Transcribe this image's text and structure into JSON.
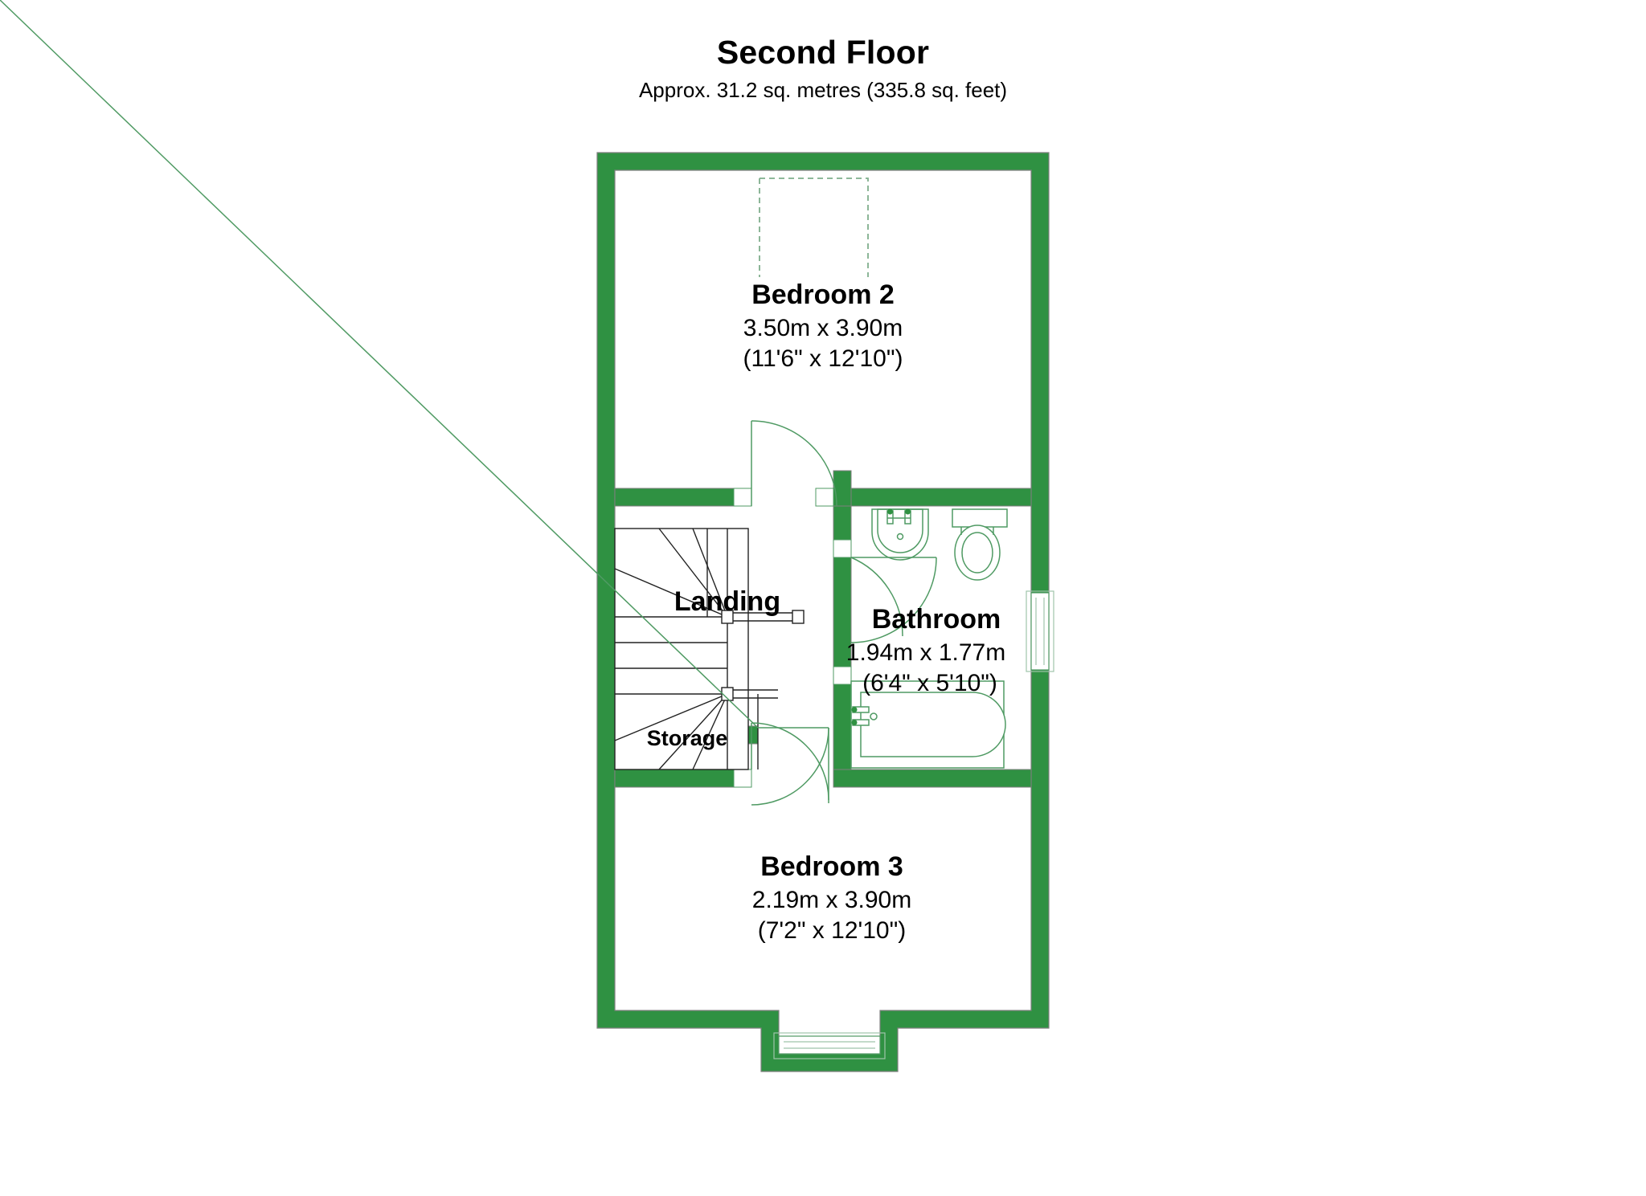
{
  "header": {
    "title": "Second Floor",
    "subtitle": "Approx. 31.2 sq. metres (335.8 sq. feet)"
  },
  "colors": {
    "wall": "#2f9142",
    "wall_outline": "#7f7f7f",
    "fixture_line": "#4f9a63",
    "stair_line": "#222222",
    "text": "#000000",
    "background": "#ffffff",
    "hatch_dash": "#7fae8c"
  },
  "rooms": [
    {
      "key": "bedroom2",
      "name": "Bedroom 2",
      "dim_metric": "3.50m x 3.90m",
      "dim_imperial": "(11'6\" x 12'10\")"
    },
    {
      "key": "landing",
      "name": "Landing",
      "dim_metric": "",
      "dim_imperial": ""
    },
    {
      "key": "storage",
      "name": "Storage",
      "dim_metric": "",
      "dim_imperial": ""
    },
    {
      "key": "bathroom",
      "name": "Bathroom",
      "dim_metric": "1.94m x 1.77m",
      "dim_imperial": "(6'4\" x 5'10\")"
    },
    {
      "key": "bedroom3",
      "name": "Bedroom 3",
      "dim_metric": "2.19m x 3.90m",
      "dim_imperial": "(7'2\" x 12'10\")"
    }
  ],
  "fixtures": [
    {
      "key": "sink",
      "label": "wash-basin"
    },
    {
      "key": "toilet",
      "label": "toilet"
    },
    {
      "key": "bath",
      "label": "bathtub"
    },
    {
      "key": "staircase",
      "label": "staircase"
    }
  ],
  "openings": [
    {
      "key": "door-bedroom2",
      "label": "bedroom-2-door"
    },
    {
      "key": "door-bathroom",
      "label": "bathroom-door"
    },
    {
      "key": "door-storage",
      "label": "storage-door"
    },
    {
      "key": "door-bedroom3",
      "label": "bedroom-3-door"
    },
    {
      "key": "window-bathroom",
      "label": "bathroom-window"
    },
    {
      "key": "window-bedroom3",
      "label": "bedroom-3-window"
    }
  ]
}
